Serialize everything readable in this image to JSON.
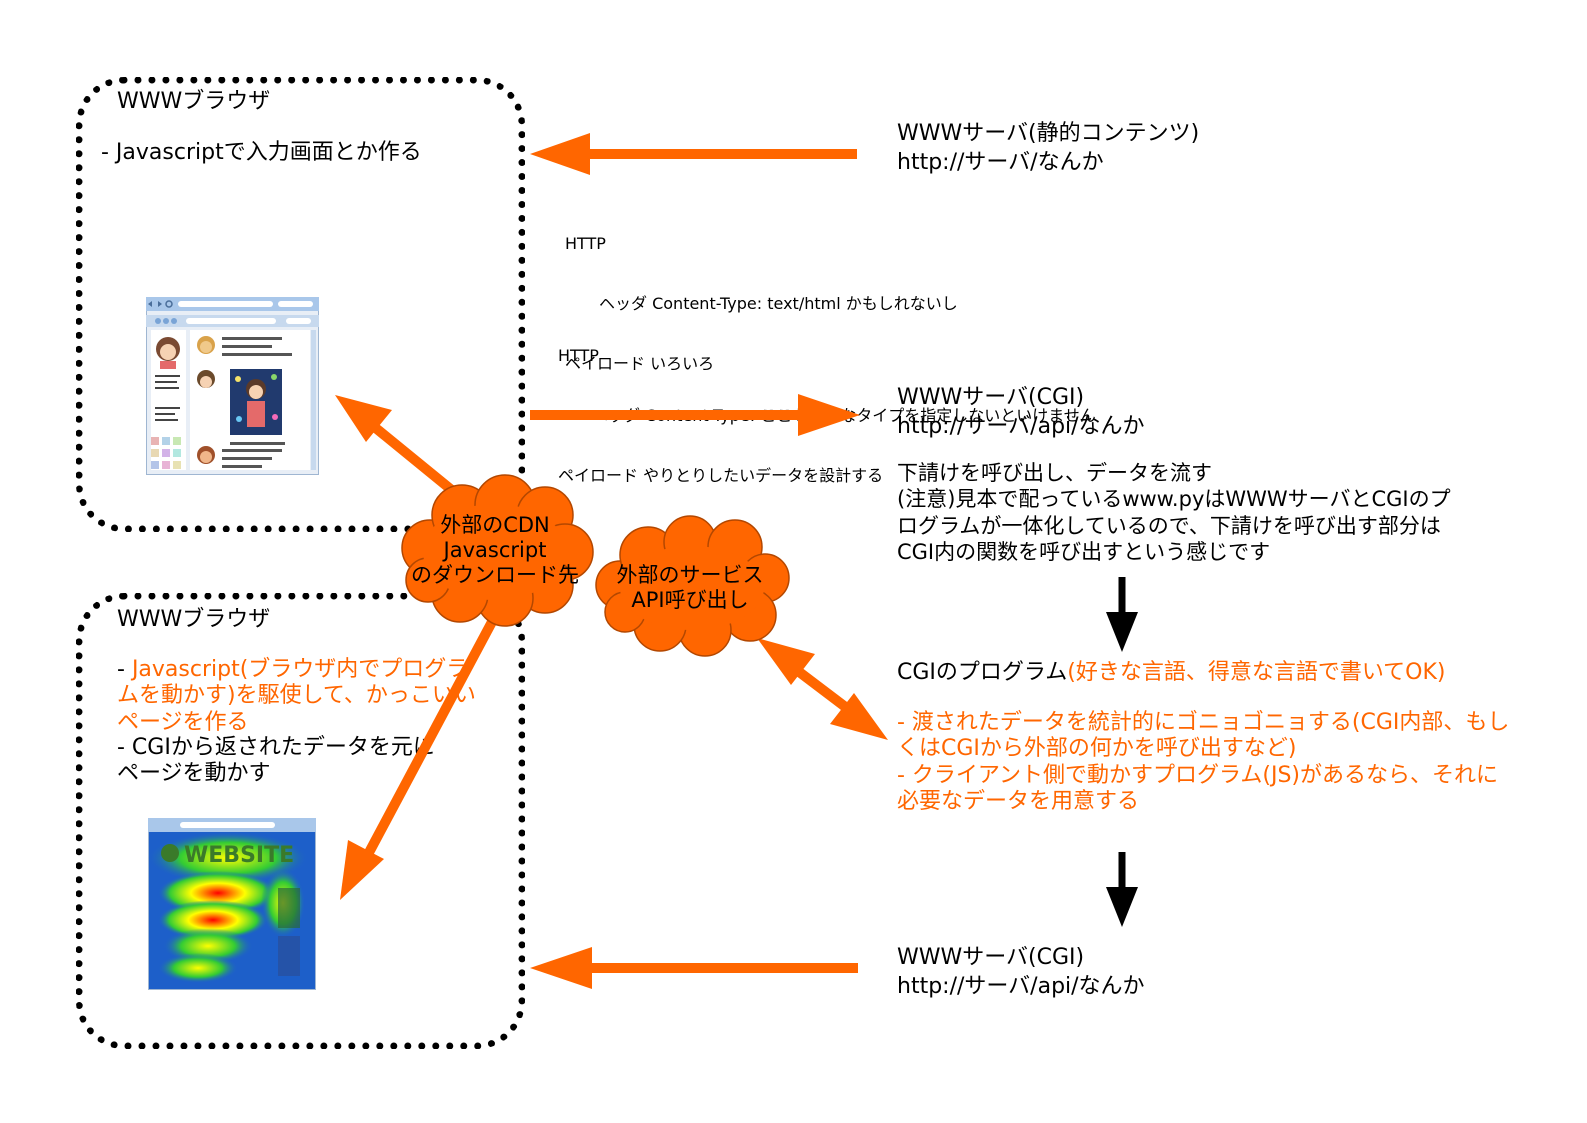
{
  "browser_top": {
    "title": "WWWブラウザ",
    "line1": "- Javascriptで入力画面とか作る"
  },
  "browser_bottom": {
    "title": "WWWブラウザ",
    "line1_prefix": "- ",
    "line1_orange": "Javascript(ブラウザ内でプログラ\nムを動かす)を駆使して、かっこいい\nページを作る",
    "line2": "- CGIから返されたデータを元に\nページを動かす",
    "heatmap_text": "WEBSITE"
  },
  "static_server": {
    "line1": "WWWサーバ(静的コンテンツ)",
    "line2": "http://サーバ/なんか"
  },
  "http_response": {
    "line1": "HTTP",
    "line2": "ヘッダ Content-Type: text/html かもしれないし",
    "line3": "ペイロード いろいろ"
  },
  "http_request": {
    "line1": "HTTP",
    "line2": "ヘッダ Content-Type: ここも適切なタイプを指定しないといけません",
    "line3": "ペイロード やりとりしたいデータを設計する"
  },
  "cgi_server_1": {
    "line1": "WWWサーバ(CGI)",
    "line2": "http://サーバ/api/なんか",
    "note": "下請けを呼び出し、データを流す\n(注意)見本で配っているwww.pyはWWWサーバとCGIのプ\nログラムが一体化しているので、下請けを呼び出す部分は\nCGI内の関数を呼び出すという感じです"
  },
  "cgi_program": {
    "title": "CGIのプログラム",
    "title_orange": "(好きな言語、得意な言語で書いてOK)",
    "bullets": "- 渡されたデータを統計的にゴニョゴニョする(CGI内部、もし\nくはCGIから外部の何かを呼び出すなど)\n- クライアント側で動かすプログラム(JS)があるなら、それに\n必要なデータを用意する"
  },
  "cgi_server_2": {
    "line1": "WWWサーバ(CGI)",
    "line2": "http://サーバ/api/なんか"
  },
  "cloud_cdn": {
    "label": "外部のCDN\nJavascript\nのダウンロード先"
  },
  "cloud_service": {
    "label": "外部のサービス\nAPI呼び出し"
  },
  "colors": {
    "arrow_orange": "#ff6600",
    "cloud_fill": "#ff6600",
    "text_orange": "#ff6600"
  }
}
